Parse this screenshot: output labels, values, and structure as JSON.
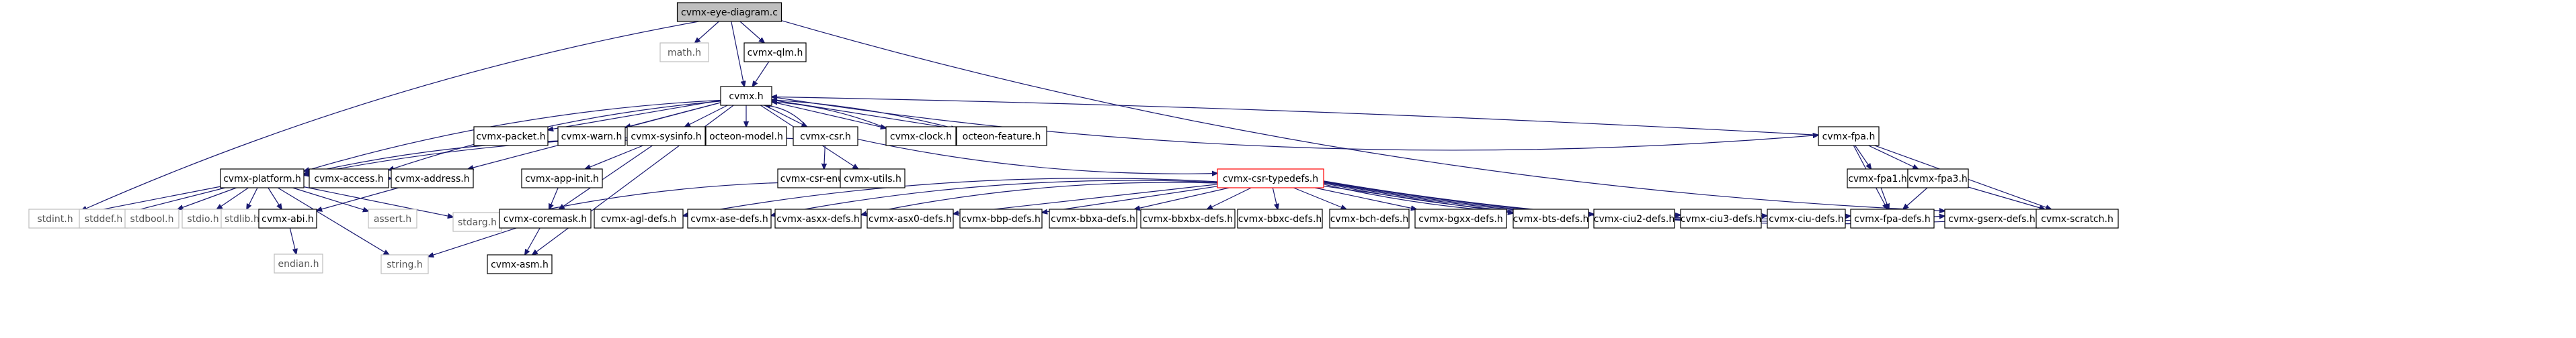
{
  "diagram": {
    "type": "include-dependency-graph",
    "colors": {
      "edge": "#191970",
      "root_fill": "#bfbfbf",
      "missing_border": "#bfbfbf",
      "highlight_border": "#ff0000"
    },
    "nodes": [
      {
        "id": "eye",
        "label": "cvmx-eye-diagram.c",
        "kind": "root"
      },
      {
        "id": "math",
        "label": "math.h",
        "kind": "missing"
      },
      {
        "id": "qlm",
        "label": "cvmx-qlm.h",
        "kind": "normal"
      },
      {
        "id": "cvmx",
        "label": "cvmx.h",
        "kind": "normal"
      },
      {
        "id": "packet",
        "label": "cvmx-packet.h",
        "kind": "normal"
      },
      {
        "id": "warn",
        "label": "cvmx-warn.h",
        "kind": "normal"
      },
      {
        "id": "sysinfo",
        "label": "cvmx-sysinfo.h",
        "kind": "normal"
      },
      {
        "id": "model",
        "label": "octeon-model.h",
        "kind": "normal"
      },
      {
        "id": "csr",
        "label": "cvmx-csr.h",
        "kind": "normal"
      },
      {
        "id": "clock",
        "label": "cvmx-clock.h",
        "kind": "normal"
      },
      {
        "id": "feature",
        "label": "octeon-feature.h",
        "kind": "normal"
      },
      {
        "id": "fpa",
        "label": "cvmx-fpa.h",
        "kind": "normal"
      },
      {
        "id": "platform",
        "label": "cvmx-platform.h",
        "kind": "normal"
      },
      {
        "id": "access",
        "label": "cvmx-access.h",
        "kind": "normal"
      },
      {
        "id": "address",
        "label": "cvmx-address.h",
        "kind": "normal"
      },
      {
        "id": "appinit",
        "label": "cvmx-app-init.h",
        "kind": "normal"
      },
      {
        "id": "enums",
        "label": "cvmx-csr-enums.h",
        "kind": "normal"
      },
      {
        "id": "utils",
        "label": "cvmx-utils.h",
        "kind": "normal"
      },
      {
        "id": "typedefs",
        "label": "cvmx-csr-typedefs.h",
        "kind": "highlight"
      },
      {
        "id": "fpa1",
        "label": "cvmx-fpa1.h",
        "kind": "normal"
      },
      {
        "id": "fpa3",
        "label": "cvmx-fpa3.h",
        "kind": "normal"
      },
      {
        "id": "stdint",
        "label": "stdint.h",
        "kind": "missing"
      },
      {
        "id": "stddef",
        "label": "stddef.h",
        "kind": "missing"
      },
      {
        "id": "stdbool",
        "label": "stdbool.h",
        "kind": "missing"
      },
      {
        "id": "stdio",
        "label": "stdio.h",
        "kind": "missing"
      },
      {
        "id": "stdlib",
        "label": "stdlib.h",
        "kind": "missing"
      },
      {
        "id": "abi",
        "label": "cvmx-abi.h",
        "kind": "normal"
      },
      {
        "id": "assert",
        "label": "assert.h",
        "kind": "missing"
      },
      {
        "id": "stdarg",
        "label": "stdarg.h",
        "kind": "missing"
      },
      {
        "id": "coremask",
        "label": "cvmx-coremask.h",
        "kind": "normal"
      },
      {
        "id": "agl",
        "label": "cvmx-agl-defs.h",
        "kind": "normal"
      },
      {
        "id": "ase",
        "label": "cvmx-ase-defs.h",
        "kind": "normal"
      },
      {
        "id": "asxx",
        "label": "cvmx-asxx-defs.h",
        "kind": "normal"
      },
      {
        "id": "asx0",
        "label": "cvmx-asx0-defs.h",
        "kind": "normal"
      },
      {
        "id": "bbp",
        "label": "cvmx-bbp-defs.h",
        "kind": "normal"
      },
      {
        "id": "bbxa",
        "label": "cvmx-bbxa-defs.h",
        "kind": "normal"
      },
      {
        "id": "bbxbx",
        "label": "cvmx-bbxbx-defs.h",
        "kind": "normal"
      },
      {
        "id": "bbxc",
        "label": "cvmx-bbxc-defs.h",
        "kind": "normal"
      },
      {
        "id": "bch",
        "label": "cvmx-bch-defs.h",
        "kind": "normal"
      },
      {
        "id": "bgxx",
        "label": "cvmx-bgxx-defs.h",
        "kind": "normal"
      },
      {
        "id": "bts",
        "label": "cvmx-bts-defs.h",
        "kind": "normal"
      },
      {
        "id": "ciu2",
        "label": "cvmx-ciu2-defs.h",
        "kind": "normal"
      },
      {
        "id": "ciu3",
        "label": "cvmx-ciu3-defs.h",
        "kind": "normal"
      },
      {
        "id": "ciu",
        "label": "cvmx-ciu-defs.h",
        "kind": "normal"
      },
      {
        "id": "fpadefs",
        "label": "cvmx-fpa-defs.h",
        "kind": "normal"
      },
      {
        "id": "gserx",
        "label": "cvmx-gserx-defs.h",
        "kind": "normal"
      },
      {
        "id": "scratch",
        "label": "cvmx-scratch.h",
        "kind": "normal"
      },
      {
        "id": "endian",
        "label": "endian.h",
        "kind": "missing"
      },
      {
        "id": "string",
        "label": "string.h",
        "kind": "missing"
      },
      {
        "id": "asm",
        "label": "cvmx-asm.h",
        "kind": "normal"
      }
    ],
    "edges": [
      [
        "eye",
        "math"
      ],
      [
        "eye",
        "qlm"
      ],
      [
        "eye",
        "cvmx"
      ],
      [
        "eye",
        "stdint"
      ],
      [
        "eye",
        "gserx"
      ],
      [
        "qlm",
        "cvmx"
      ],
      [
        "cvmx",
        "packet"
      ],
      [
        "cvmx",
        "warn"
      ],
      [
        "cvmx",
        "sysinfo"
      ],
      [
        "cvmx",
        "model"
      ],
      [
        "cvmx",
        "csr"
      ],
      [
        "cvmx",
        "clock"
      ],
      [
        "cvmx",
        "feature"
      ],
      [
        "cvmx",
        "fpa"
      ],
      [
        "cvmx",
        "platform"
      ],
      [
        "cvmx",
        "access"
      ],
      [
        "cvmx",
        "address"
      ],
      [
        "cvmx",
        "utils"
      ],
      [
        "cvmx",
        "asm"
      ],
      [
        "clock",
        "cvmx"
      ],
      [
        "feature",
        "cvmx"
      ],
      [
        "fpa",
        "cvmx"
      ],
      [
        "csr",
        "cvmx"
      ],
      [
        "sysinfo",
        "platform"
      ],
      [
        "sysinfo",
        "appinit"
      ],
      [
        "sysinfo",
        "coremask"
      ],
      [
        "csr",
        "platform"
      ],
      [
        "csr",
        "enums"
      ],
      [
        "csr",
        "typedefs"
      ],
      [
        "utils",
        "stdarg"
      ],
      [
        "fpa",
        "fpa1"
      ],
      [
        "fpa",
        "fpa3"
      ],
      [
        "fpa",
        "scratch"
      ],
      [
        "fpa",
        "fpadefs"
      ],
      [
        "fpa1",
        "fpadefs"
      ],
      [
        "fpa3",
        "fpadefs"
      ],
      [
        "fpa3",
        "scratch"
      ],
      [
        "platform",
        "stdint"
      ],
      [
        "platform",
        "stddef"
      ],
      [
        "platform",
        "stdbool"
      ],
      [
        "platform",
        "stdio"
      ],
      [
        "platform",
        "stdlib"
      ],
      [
        "platform",
        "abi"
      ],
      [
        "platform",
        "assert"
      ],
      [
        "platform",
        "stdarg"
      ],
      [
        "platform",
        "string"
      ],
      [
        "access",
        "address"
      ],
      [
        "address",
        "abi"
      ],
      [
        "appinit",
        "coremask"
      ],
      [
        "abi",
        "endian"
      ],
      [
        "coremask",
        "string"
      ],
      [
        "coremask",
        "asm"
      ],
      [
        "typedefs",
        "agl"
      ],
      [
        "typedefs",
        "ase"
      ],
      [
        "typedefs",
        "asxx"
      ],
      [
        "typedefs",
        "asx0"
      ],
      [
        "typedefs",
        "bbp"
      ],
      [
        "typedefs",
        "bbxa"
      ],
      [
        "typedefs",
        "bbxbx"
      ],
      [
        "typedefs",
        "bbxc"
      ],
      [
        "typedefs",
        "bch"
      ],
      [
        "typedefs",
        "bgxx"
      ],
      [
        "typedefs",
        "bts"
      ],
      [
        "typedefs",
        "ciu2"
      ],
      [
        "typedefs",
        "ciu3"
      ],
      [
        "typedefs",
        "ciu"
      ],
      [
        "typedefs",
        "fpadefs"
      ],
      [
        "typedefs",
        "gserx"
      ],
      [
        "typedefs",
        "scratch"
      ]
    ]
  }
}
